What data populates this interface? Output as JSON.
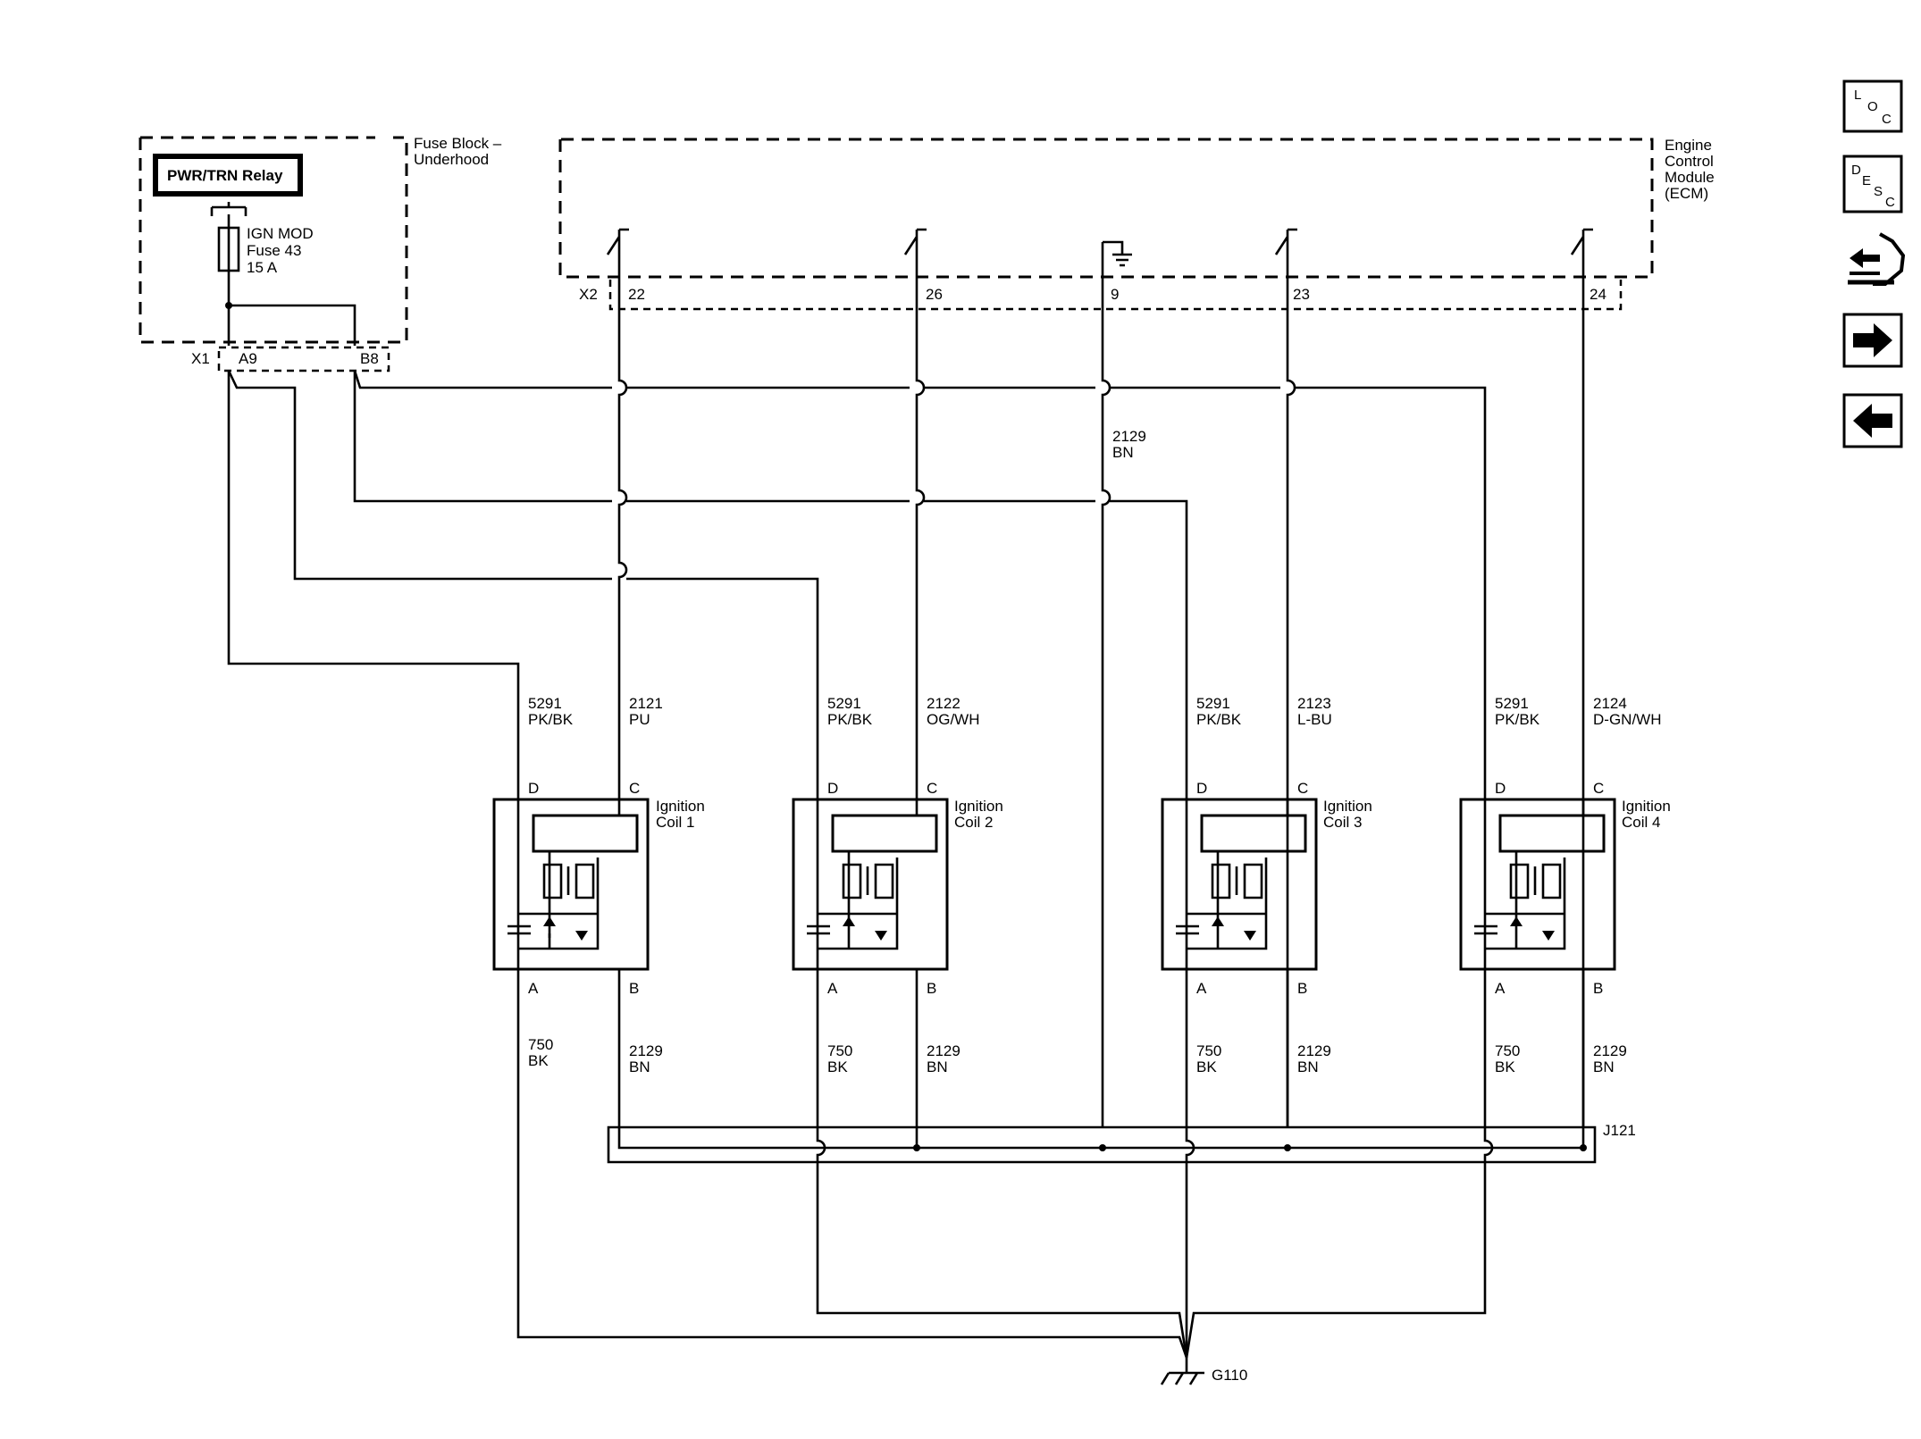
{
  "fuse_block": {
    "title_line1": "Fuse Block –",
    "title_line2": "Underhood",
    "relay_label": "PWR/TRN Relay",
    "fuse_line1": "IGN MOD",
    "fuse_line2": "Fuse 43",
    "fuse_line3": "15 A",
    "connector": "X1",
    "pin_a": "A9",
    "pin_b": "B8"
  },
  "ecm": {
    "title_line1": "Engine",
    "title_line2": "Control",
    "title_line3": "Module",
    "title_line4": "(ECM)",
    "connector": "X2",
    "pins": [
      "22",
      "26",
      "9",
      "23",
      "24"
    ]
  },
  "ground_feed": {
    "circuit": "2129",
    "color": "BN"
  },
  "coils": [
    {
      "name_line1": "Ignition",
      "name_line2": "Coil 1",
      "d_circuit": "5291",
      "d_color": "PK/BK",
      "c_circuit": "2121",
      "c_color": "PU",
      "a_circuit": "750",
      "a_color": "BK",
      "b_circuit": "2129",
      "b_color": "BN",
      "pin_d": "D",
      "pin_c": "C",
      "pin_a": "A",
      "pin_b": "B"
    },
    {
      "name_line1": "Ignition",
      "name_line2": "Coil 2",
      "d_circuit": "5291",
      "d_color": "PK/BK",
      "c_circuit": "2122",
      "c_color": "OG/WH",
      "a_circuit": "750",
      "a_color": "BK",
      "b_circuit": "2129",
      "b_color": "BN",
      "pin_d": "D",
      "pin_c": "C",
      "pin_a": "A",
      "pin_b": "B"
    },
    {
      "name_line1": "Ignition",
      "name_line2": "Coil 3",
      "d_circuit": "5291",
      "d_color": "PK/BK",
      "c_circuit": "2123",
      "c_color": "L-BU",
      "a_circuit": "750",
      "a_color": "BK",
      "b_circuit": "2129",
      "b_color": "BN",
      "pin_d": "D",
      "pin_c": "C",
      "pin_a": "A",
      "pin_b": "B"
    },
    {
      "name_line1": "Ignition",
      "name_line2": "Coil 4",
      "d_circuit": "5291",
      "d_color": "PK/BK",
      "c_circuit": "2124",
      "c_color": "D-GN/WH",
      "a_circuit": "750",
      "a_color": "BK",
      "b_circuit": "2129",
      "b_color": "BN",
      "pin_d": "D",
      "pin_c": "C",
      "pin_a": "A",
      "pin_b": "B"
    }
  ],
  "splice": "J121",
  "ground": "G110",
  "nav": {
    "loc_letters": [
      "L",
      "O",
      "C"
    ],
    "desc_letters": [
      "D",
      "E",
      "S",
      "C"
    ],
    "icons": [
      "connector-view-icon",
      "next-arrow-icon",
      "previous-arrow-icon"
    ]
  },
  "colors": {
    "line": "#000000",
    "background": "#ffffff"
  }
}
